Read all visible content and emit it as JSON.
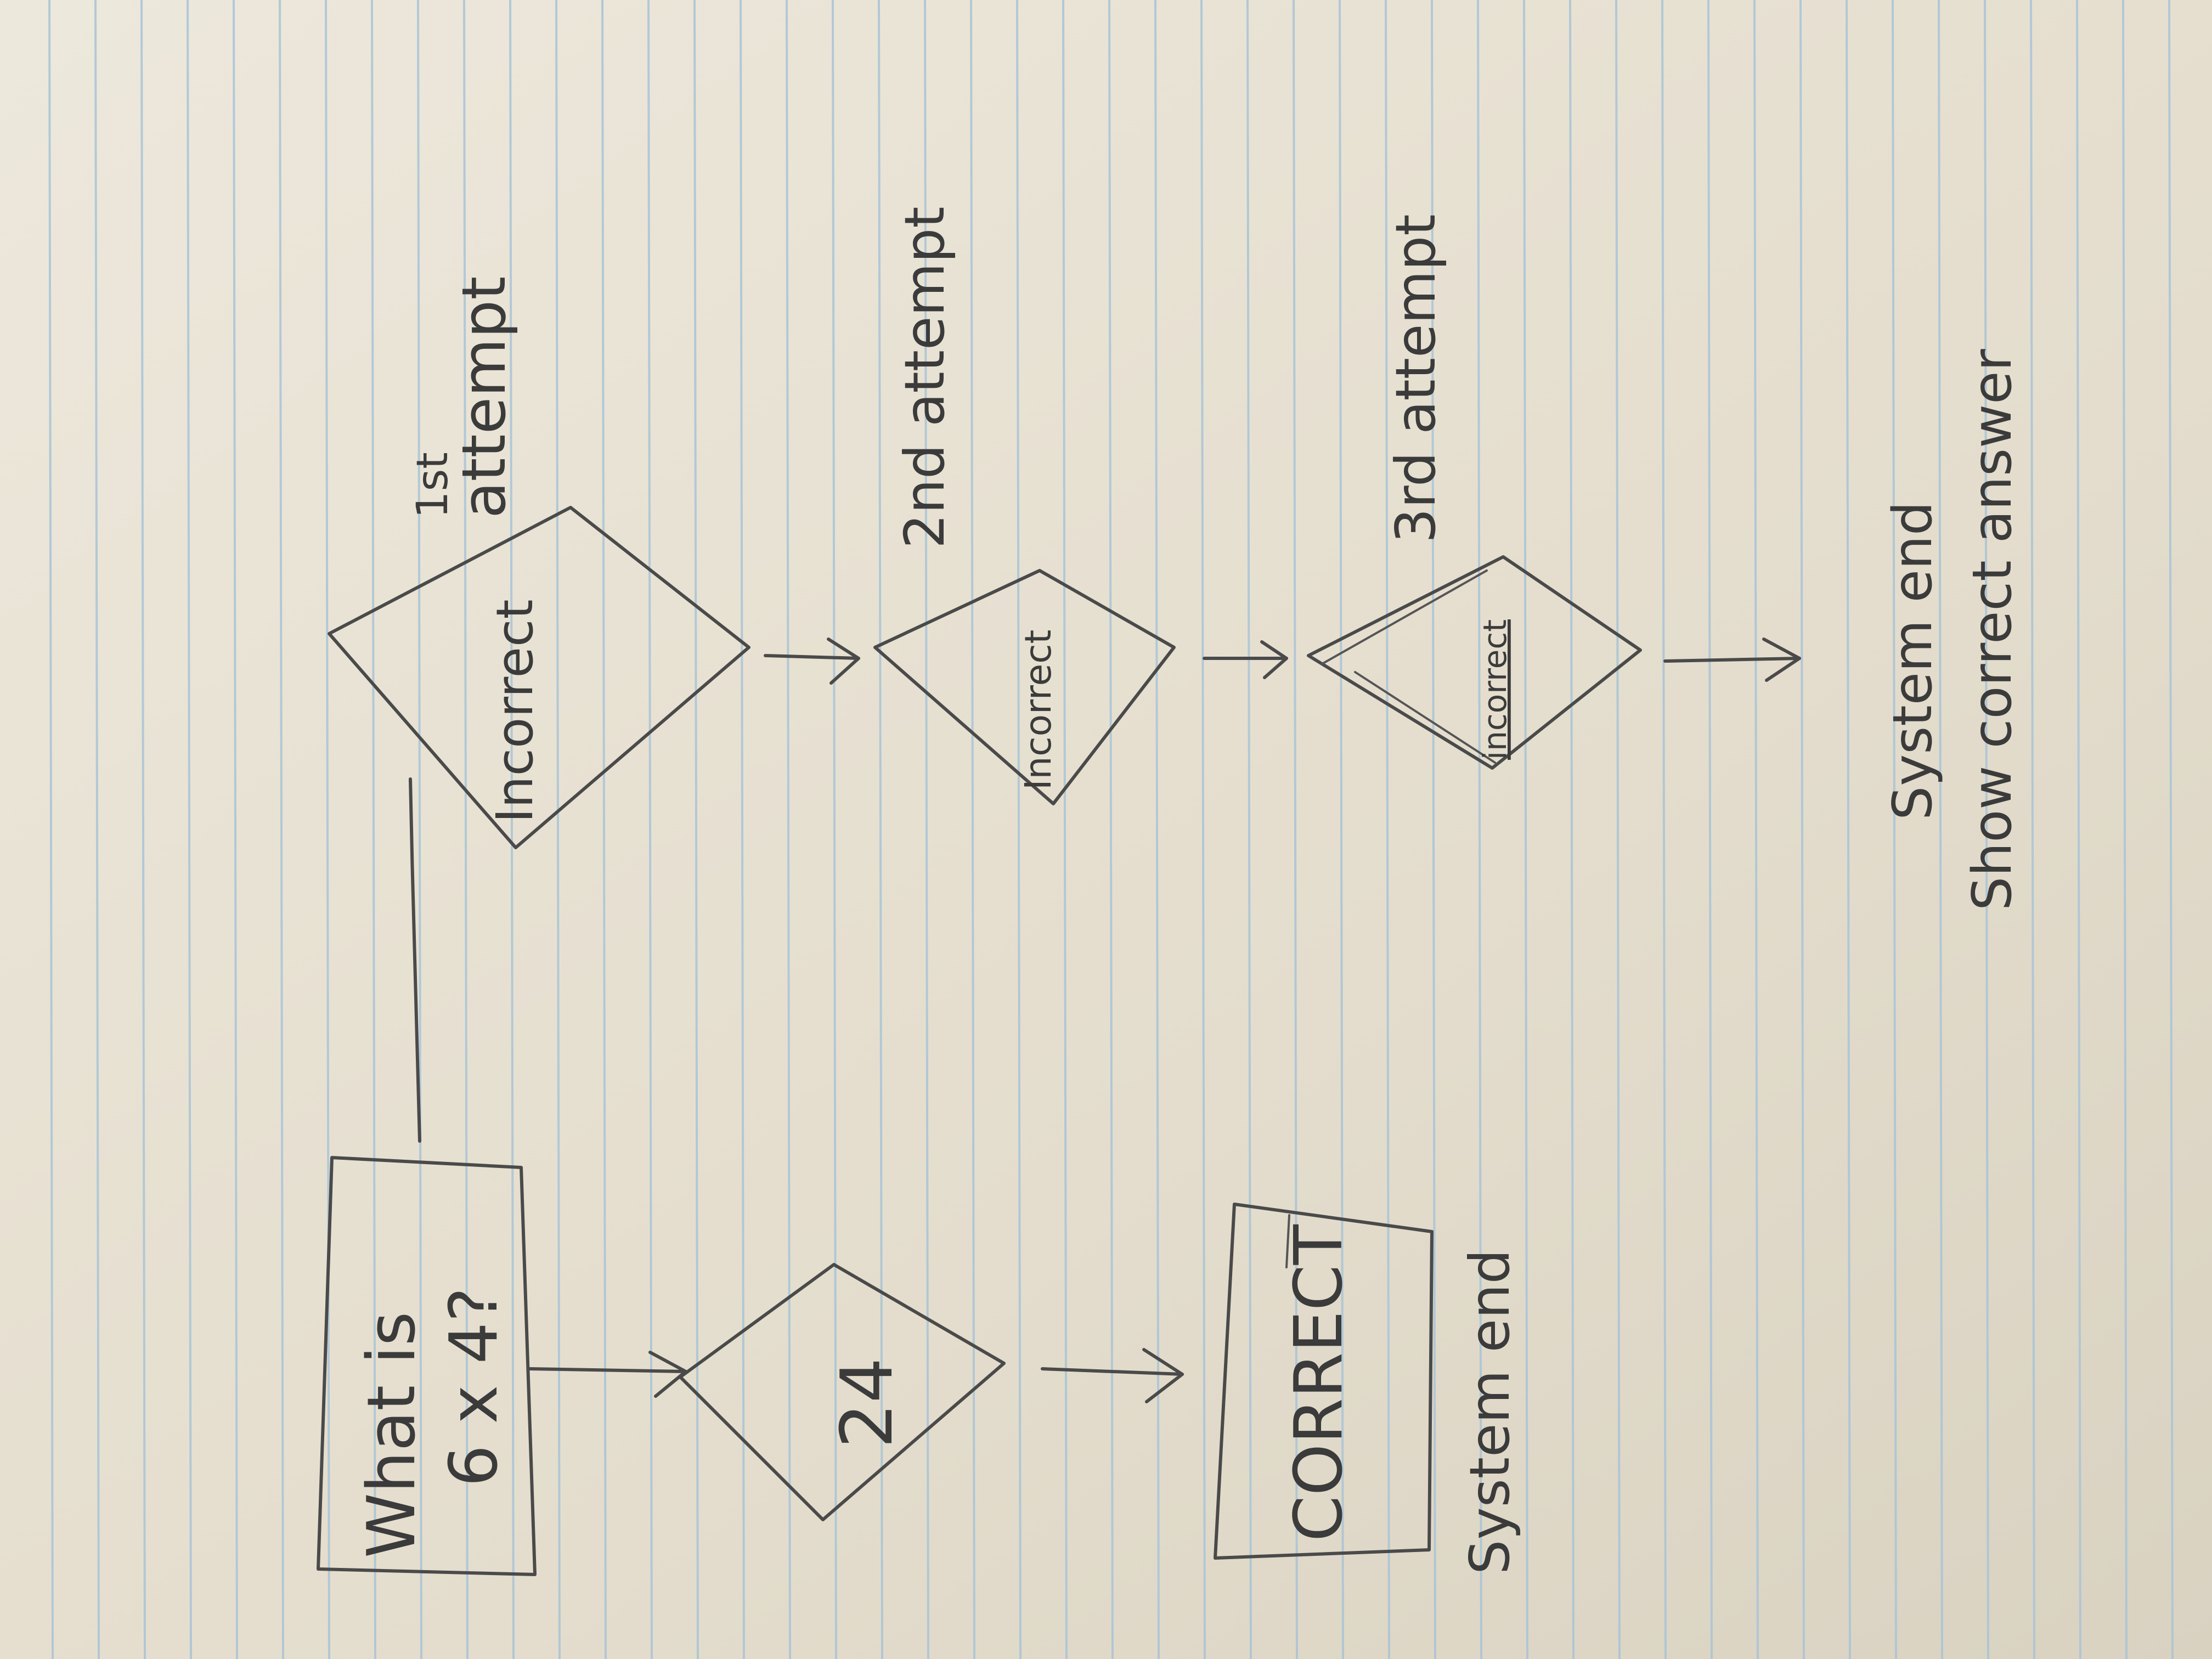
{
  "diagram": {
    "question": {
      "line1": "What is",
      "line2": "6 x 4?"
    },
    "correct_answer": "24",
    "correct_box": {
      "label": "CORRECT",
      "note": "System end"
    },
    "attempts": [
      {
        "decision": "Incorrect",
        "label_line1": "1st",
        "label_line2": "attempt"
      },
      {
        "decision": "Incorrect",
        "label_line1": "2nd attempt",
        "label_line2": ""
      },
      {
        "decision": "incorrect",
        "label_line1": "3rd attempt",
        "label_line2": ""
      }
    ],
    "final": {
      "line1": "System end",
      "line2": "Show correct answer"
    }
  },
  "colors": {
    "paper": "#e6e0d2",
    "rule_lines": "#a9c4d6",
    "pencil": "#3b3b3b"
  }
}
